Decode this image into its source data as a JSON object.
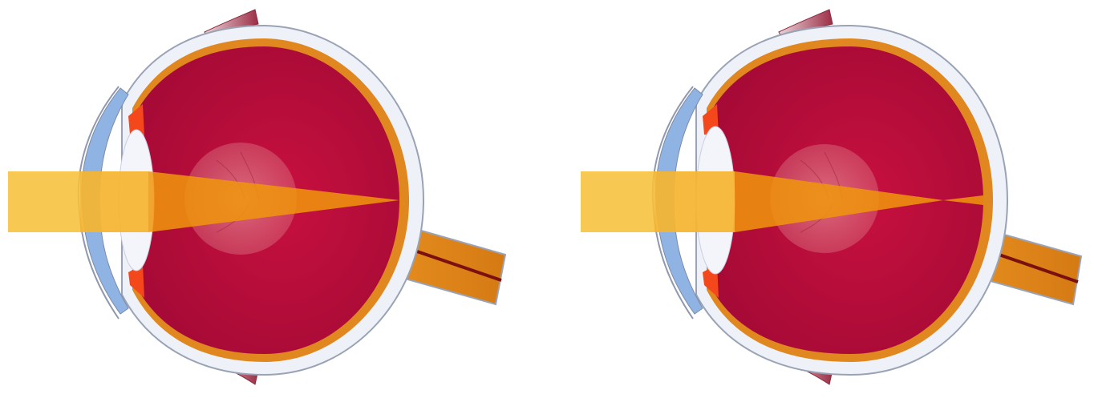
{
  "figure": {
    "panels": [
      {
        "id": "left-eye",
        "light_focus": "on-retina"
      },
      {
        "id": "right-eye",
        "light_focus": "in-front-of-retina"
      }
    ]
  },
  "colors": {
    "background": "#ffffff",
    "sclera": "#eef2f8",
    "sclera_outline": "#9aa3b5",
    "choroid": "#e0871f",
    "vitreous": "#c70f3f",
    "vitreous_dark": "#a20b33",
    "lens": "#f4f5fb",
    "cornea": "#8fb4e3",
    "ciliary": "#f4481c",
    "optic_nerve": "#e08a1c",
    "optic_nerve_core": "#7a1010",
    "muscle": "#b0465a",
    "fovea": "#d9727f",
    "beam_light": "#f7c23a",
    "beam_dark": "#f0960c"
  },
  "icons": [
    "eye-cross-section",
    "light-beam"
  ]
}
